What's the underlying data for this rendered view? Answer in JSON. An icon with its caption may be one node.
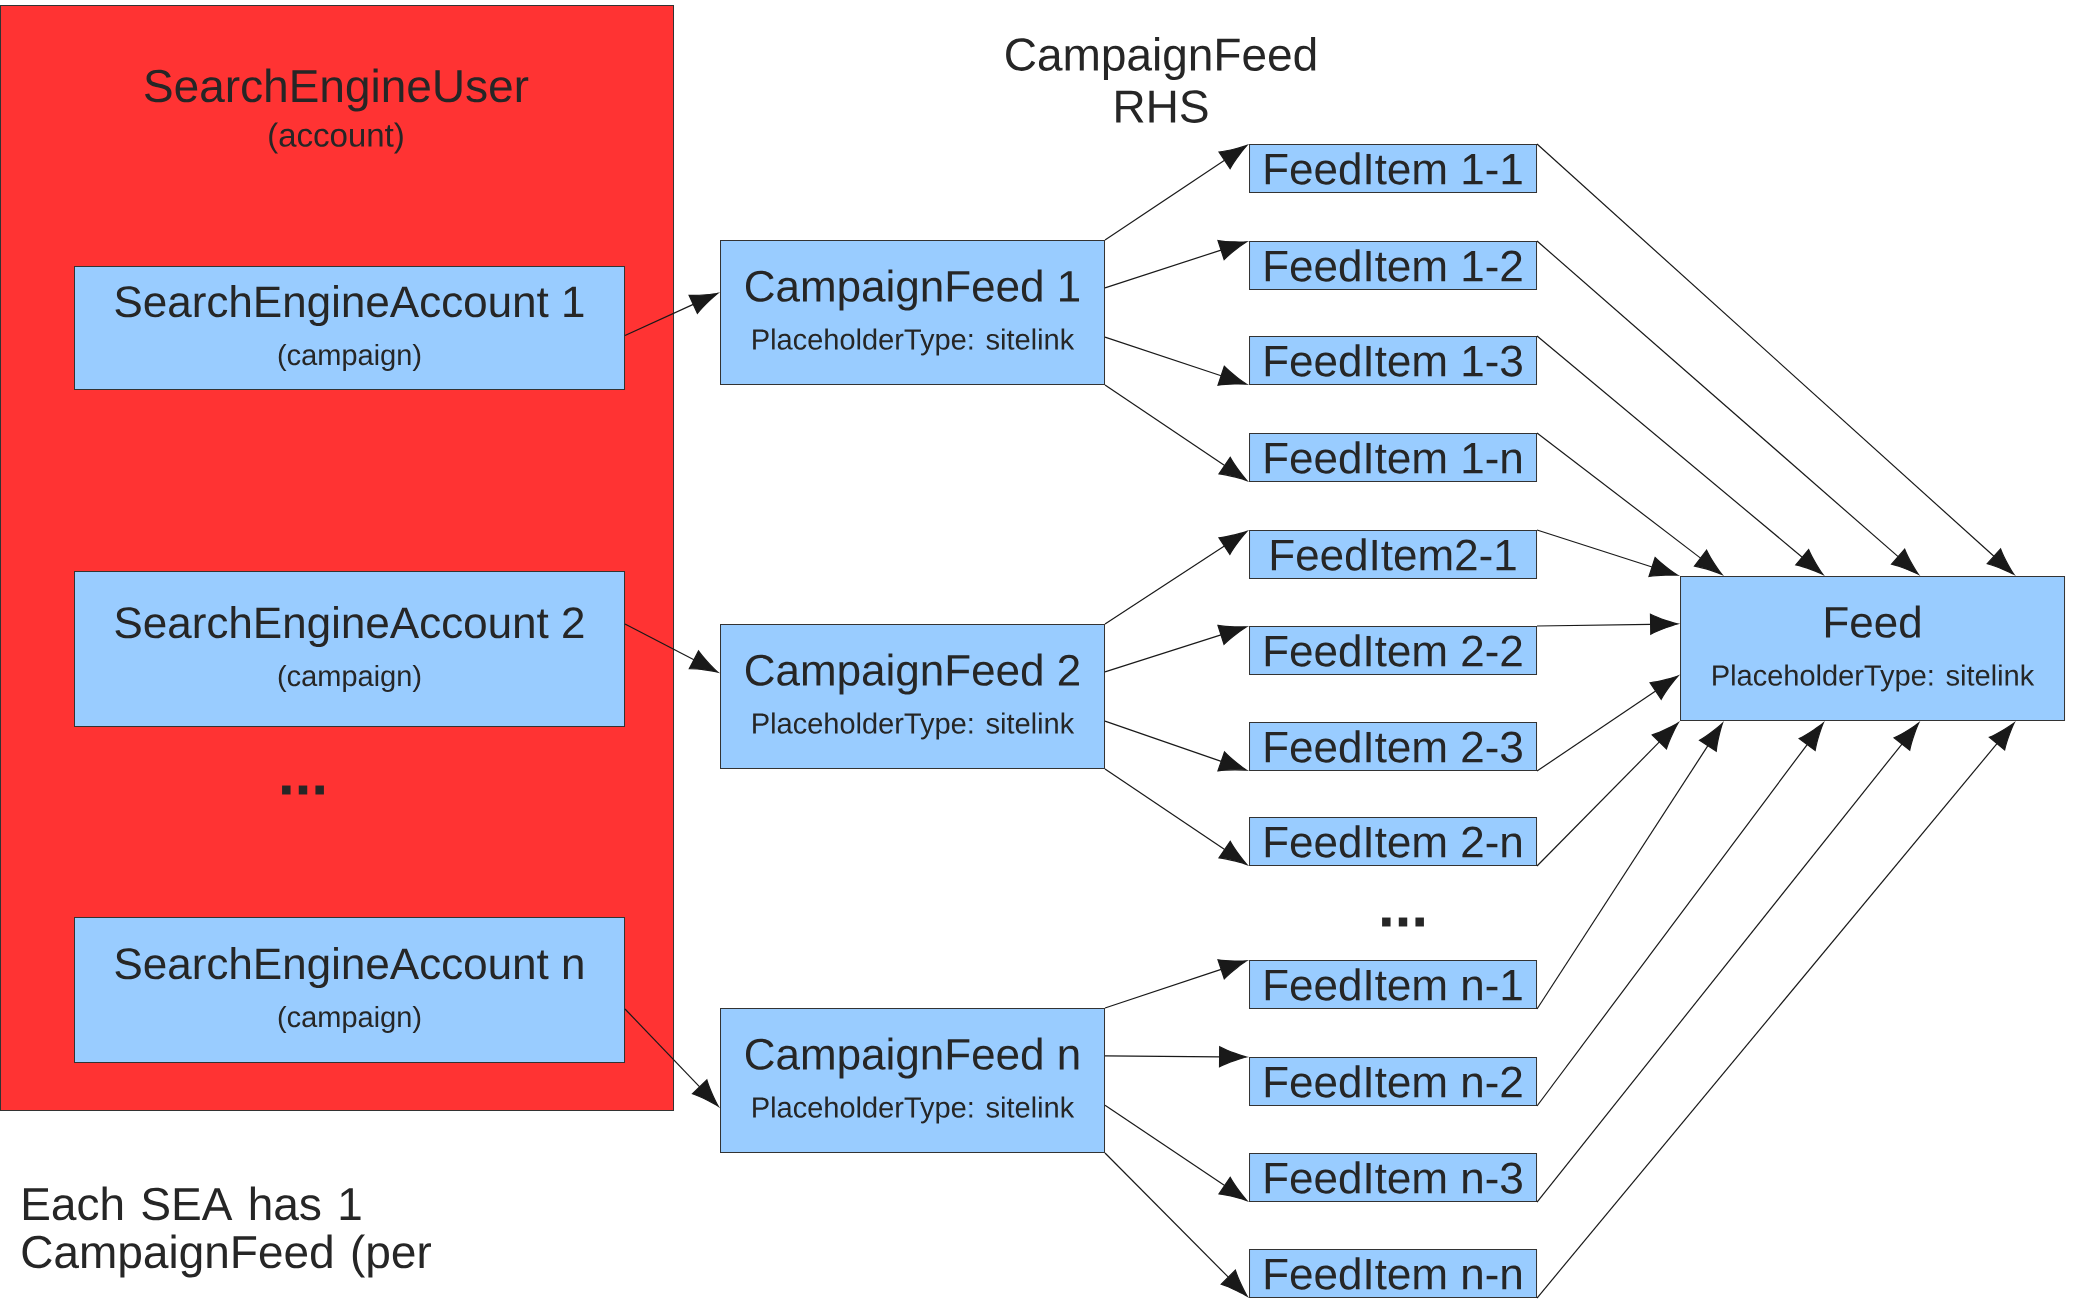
{
  "diagram": {
    "nodes": [
      {
        "text": [
          "SearchEngineUser",
          "(account)"
        ]
      },
      {
        "text": [
          "SearchEngineAccount 1",
          "(campaign)"
        ],
        "in": 0
      },
      {
        "text": [
          "SearchEngineAccount 2",
          "(campaign)"
        ],
        "in": 0
      },
      {
        "text": [
          "SearchEngineAccount n",
          "(campaign)"
        ],
        "in": 0
      },
      {
        "text": [
          "CampaignFeed 1",
          "PlaceholderType: sitelink"
        ]
      },
      {
        "text": [
          "CampaignFeed 2",
          "PlaceholderType: sitelink"
        ]
      },
      {
        "text": [
          "CampaignFeed n",
          "PlaceholderType: sitelink"
        ]
      },
      {
        "text": [
          "FeedItem 1-1"
        ]
      },
      {
        "text": [
          "FeedItem 1-2"
        ]
      },
      {
        "text": [
          "FeedItem 1-3"
        ]
      },
      {
        "text": [
          "FeedItem 1-n"
        ]
      },
      {
        "text": [
          "FeedItem2-1"
        ]
      },
      {
        "text": [
          "FeedItem 2-2"
        ]
      },
      {
        "text": [
          "FeedItem 2-3"
        ]
      },
      {
        "text": [
          "FeedItem 2-n"
        ]
      },
      {
        "text": [
          "FeedItem n-1"
        ]
      },
      {
        "text": [
          "FeedItem n-2"
        ]
      },
      {
        "text": [
          "FeedItem n-3"
        ]
      },
      {
        "text": [
          "FeedItem n-n"
        ]
      },
      {
        "text": [
          "Feed",
          "PlaceholderType: sitelink"
        ]
      }
    ],
    "edges": [
      {
        "from": 1,
        "to": 4,
        "arrow": "to"
      },
      {
        "from": 2,
        "to": 5,
        "arrow": "to"
      },
      {
        "from": 3,
        "to": 6,
        "arrow": "to"
      },
      {
        "from": 4,
        "to": 7,
        "arrow": "to"
      },
      {
        "from": 4,
        "to": 8,
        "arrow": "to"
      },
      {
        "from": 4,
        "to": 9,
        "arrow": "to"
      },
      {
        "from": 4,
        "to": 10,
        "arrow": "to"
      },
      {
        "from": 5,
        "to": 11,
        "arrow": "to"
      },
      {
        "from": 5,
        "to": 12,
        "arrow": "to"
      },
      {
        "from": 5,
        "to": 13,
        "arrow": "to"
      },
      {
        "from": 5,
        "to": 14,
        "arrow": "to"
      },
      {
        "from": 6,
        "to": 15,
        "arrow": "to"
      },
      {
        "from": 6,
        "to": 16,
        "arrow": "to"
      },
      {
        "from": 6,
        "to": 17,
        "arrow": "to"
      },
      {
        "from": 6,
        "to": 18,
        "arrow": "to"
      },
      {
        "from": 7,
        "to": 19,
        "arrow": "to"
      },
      {
        "from": 8,
        "to": 19,
        "arrow": "to"
      },
      {
        "from": 9,
        "to": 19,
        "arrow": "to"
      },
      {
        "from": 10,
        "to": 19,
        "arrow": "to"
      },
      {
        "from": 11,
        "to": 19,
        "arrow": "to"
      },
      {
        "from": 12,
        "to": 19,
        "arrow": "to"
      },
      {
        "from": 13,
        "to": 19,
        "arrow": "to"
      },
      {
        "from": 14,
        "to": 19,
        "arrow": "to"
      },
      {
        "from": 15,
        "to": 19,
        "arrow": "to"
      },
      {
        "from": 16,
        "to": 19,
        "arrow": "to"
      },
      {
        "from": 17,
        "to": 19,
        "arrow": "to"
      },
      {
        "from": 18,
        "to": 19,
        "arrow": "to"
      }
    ],
    "labels": [
      "CampaignFeed RHS",
      "...",
      "...",
      "Each SEA has 1 CampaignFeed (per"
    ]
  }
}
